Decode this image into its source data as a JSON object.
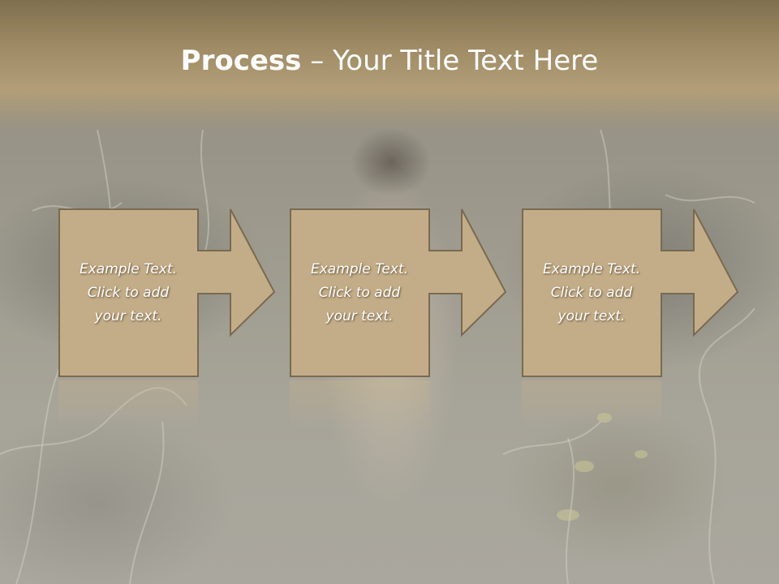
{
  "slide": {
    "title_bold": "Process",
    "title_separator": " – ",
    "title_rest": "Your Title Text Here"
  },
  "process_steps": [
    {
      "text": "Example Text.\nClick  to add\nyour text."
    },
    {
      "text": "Example Text.\nClick  to add\nyour text."
    },
    {
      "text": "Example Text.\nClick  to add\nyour text."
    }
  ],
  "colors": {
    "title_band": "#9e8a63",
    "box_fill": "#c3ad88",
    "box_border": "#7a6a50",
    "title_text": "#ffffff",
    "step_text": "#ffffff"
  }
}
